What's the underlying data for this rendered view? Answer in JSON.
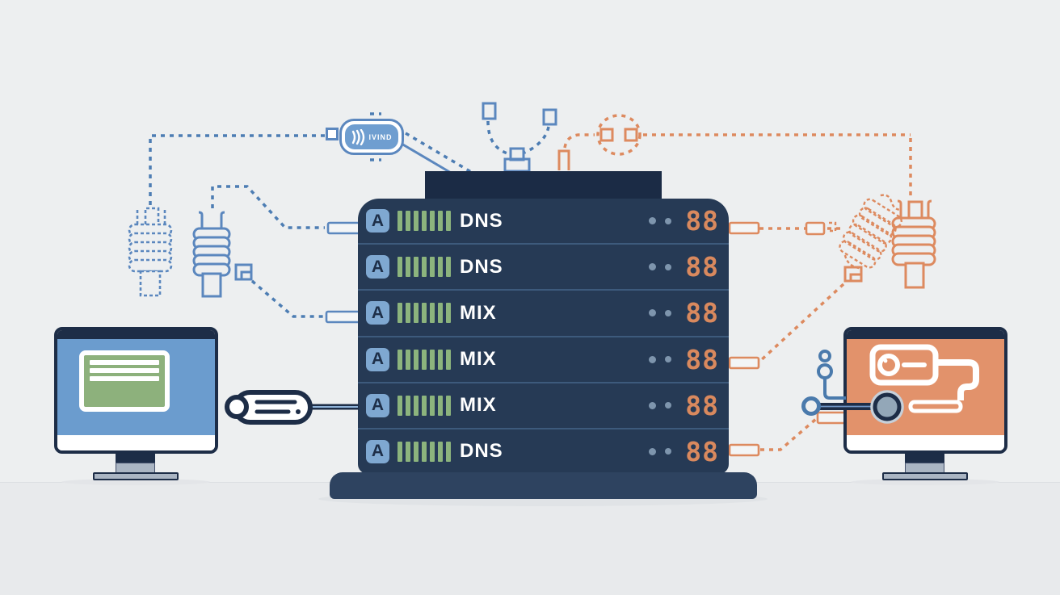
{
  "capsule": {
    "label": "IVIND",
    "icon": "sound-waves"
  },
  "server": {
    "rows": [
      {
        "badge": "A",
        "label": "DNS",
        "digits": "88"
      },
      {
        "badge": "A",
        "label": "DNS",
        "digits": "88"
      },
      {
        "badge": "A",
        "label": "MIX",
        "digits": "88"
      },
      {
        "badge": "A",
        "label": "MIX",
        "digits": "88"
      },
      {
        "badge": "A",
        "label": "MIX",
        "digits": "88"
      },
      {
        "badge": "A",
        "label": "DNS",
        "digits": "88"
      }
    ],
    "bars_per_row": 7,
    "leds_per_row": 2
  },
  "icons": {
    "left_device": "monitor-with-browser-window",
    "right_device": "monitor-with-key-and-lens",
    "left_cables": "blue-coil-connectors",
    "right_cables": "orange-coil-connectors",
    "middle_connector": "key-fob-capsule"
  },
  "colors": {
    "background": "#edeff0",
    "floor": "#e8eaec",
    "server_body": "#263a55",
    "server_cap": "#1b2b45",
    "server_base": "#2e4360",
    "row_divider": "#3d5a7c",
    "badge_bg": "#7fa8d1",
    "badge_text": "#1e2f49",
    "bar_green": "#8cb47d",
    "label_text": "#ffffff",
    "led_dot": "#7e95ad",
    "digit_orange": "#d9895e",
    "line_blue": "#4d7db3",
    "line_orange": "#dd8a5f",
    "screen_blue": "#6b9cce",
    "screen_green": "#8db17c",
    "screen_orange": "#e2926b",
    "monitor_frame": "#1d2d47",
    "stand_gray": "#aab5c3"
  }
}
